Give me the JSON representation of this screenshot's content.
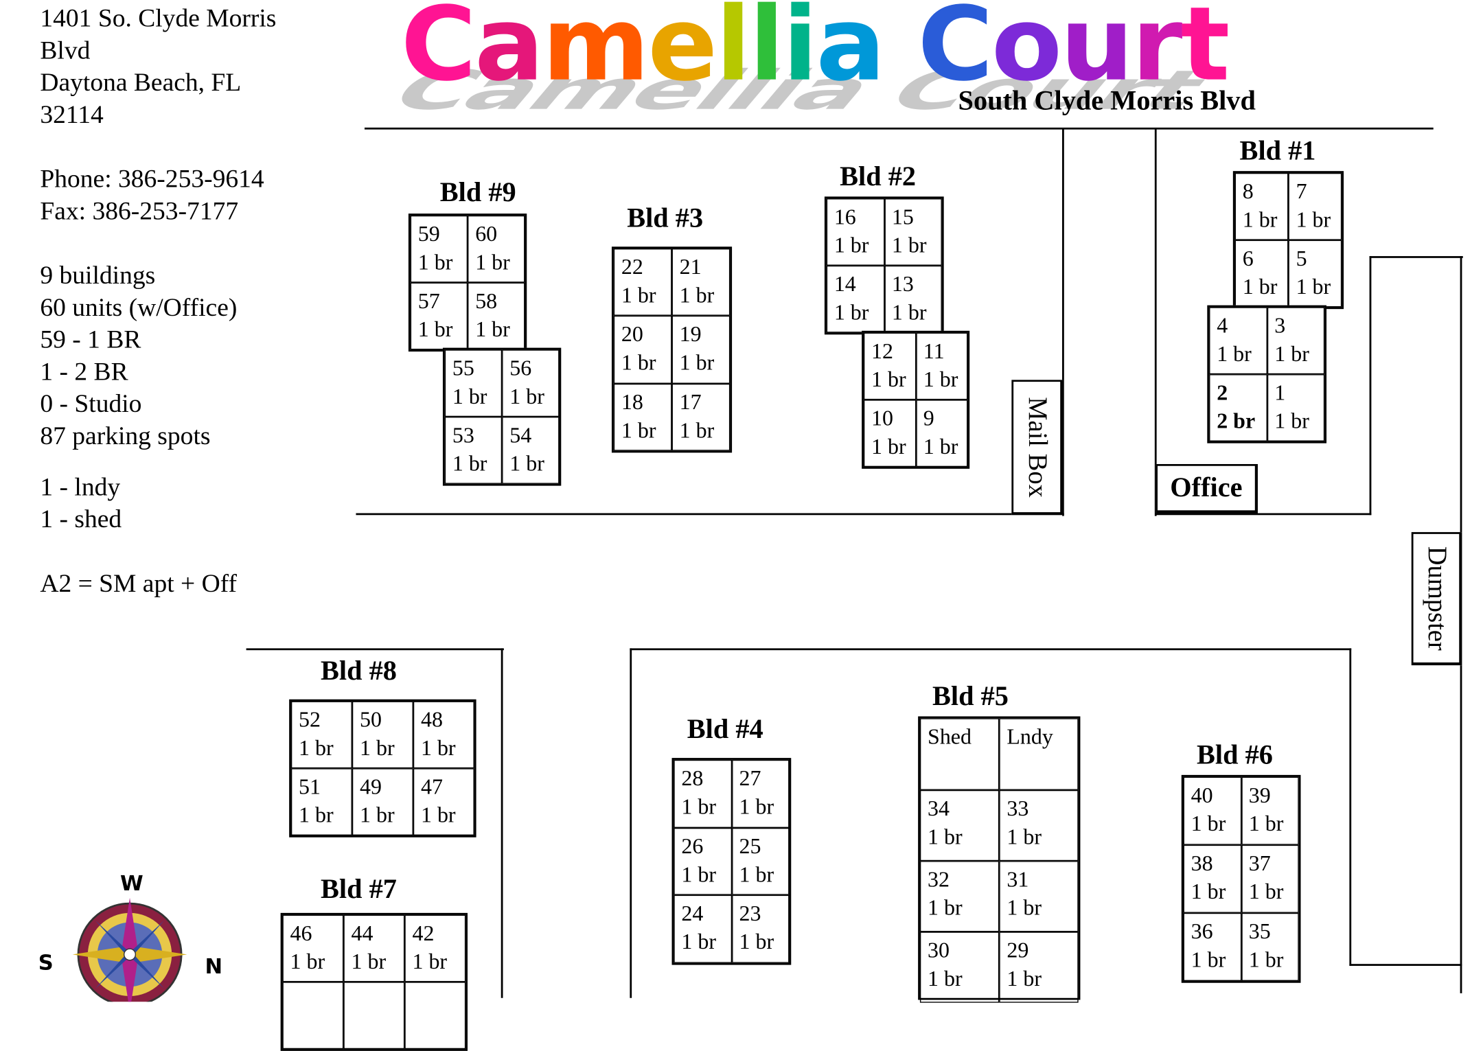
{
  "info": {
    "address_line1": "1401 So. Clyde Morris",
    "address_line2": "Blvd",
    "address_line3": "Daytona Beach, FL",
    "address_line4": "32114",
    "phone": "Phone: 386-253-9614",
    "fax": "Fax: 386-253-7177",
    "buildings": "9 buildings",
    "units": "60 units (w/Office)",
    "one_br": "59 - 1 BR",
    "two_br": "1 - 2 BR",
    "studio": "0 - Studio",
    "parking": "87 parking spots",
    "lndy": "1 - lndy",
    "shed": "1 - shed",
    "note": "A2 = SM apt + Off"
  },
  "title": "Camellia Court",
  "title_colors": [
    "#ff1493",
    "#e5177a",
    "#ff5a00",
    "#e8a400",
    "#b6c800",
    "#2fbf3a",
    "#00b38a",
    "#0098d8",
    "#2a5cd8",
    "#7d2ad8",
    "#a01ec8",
    "#d01ab0"
  ],
  "street": "South Clyde Morris Blvd",
  "buildings": {
    "bld1": {
      "label": "Bld #1",
      "units": [
        [
          "8",
          "1 br"
        ],
        [
          "7",
          "1 br"
        ],
        [
          "6",
          "1 br"
        ],
        [
          "5",
          "1 br"
        ],
        [
          "4",
          "1 br"
        ],
        [
          "3",
          "1 br"
        ],
        [
          "2",
          "2 br"
        ],
        [
          "1",
          "1 br"
        ]
      ]
    },
    "bld2": {
      "label": "Bld #2",
      "units": [
        [
          "16",
          "1 br"
        ],
        [
          "15",
          "1 br"
        ],
        [
          "14",
          "1 br"
        ],
        [
          "13",
          "1 br"
        ],
        [
          "12",
          "1 br"
        ],
        [
          "11",
          "1 br"
        ],
        [
          "10",
          "1 br"
        ],
        [
          "9",
          "1 br"
        ]
      ]
    },
    "bld3": {
      "label": "Bld #3",
      "units": [
        [
          "22",
          "1 br"
        ],
        [
          "21",
          "1 br"
        ],
        [
          "20",
          "1 br"
        ],
        [
          "19",
          "1 br"
        ],
        [
          "18",
          "1 br"
        ],
        [
          "17",
          "1 br"
        ]
      ]
    },
    "bld4": {
      "label": "Bld #4",
      "units": [
        [
          "28",
          "1 br"
        ],
        [
          "27",
          "1 br"
        ],
        [
          "26",
          "1 br"
        ],
        [
          "25",
          "1 br"
        ],
        [
          "24",
          "1 br"
        ],
        [
          "23",
          "1 br"
        ]
      ]
    },
    "bld5": {
      "label": "Bld #5",
      "units": [
        [
          "Shed",
          ""
        ],
        [
          "Lndy",
          ""
        ],
        [
          "34",
          "1 br"
        ],
        [
          "33",
          "1 br"
        ],
        [
          "32",
          "1 br"
        ],
        [
          "31",
          "1 br"
        ],
        [
          "30",
          "1 br"
        ],
        [
          "29",
          "1 br"
        ]
      ]
    },
    "bld6": {
      "label": "Bld #6",
      "units": [
        [
          "40",
          "1 br"
        ],
        [
          "39",
          "1 br"
        ],
        [
          "38",
          "1 br"
        ],
        [
          "37",
          "1 br"
        ],
        [
          "36",
          "1 br"
        ],
        [
          "35",
          "1 br"
        ]
      ]
    },
    "bld7": {
      "label": "Bld #7",
      "units": [
        [
          "46",
          "1 br"
        ],
        [
          "44",
          "1 br"
        ],
        [
          "42",
          "1 br"
        ],
        [
          "",
          ""
        ],
        [
          "",
          ""
        ],
        [
          "",
          ""
        ]
      ]
    },
    "bld8": {
      "label": "Bld #8",
      "units": [
        [
          "52",
          "1 br"
        ],
        [
          "50",
          "1 br"
        ],
        [
          "48",
          "1 br"
        ],
        [
          "51",
          "1 br"
        ],
        [
          "49",
          "1 br"
        ],
        [
          "47",
          "1 br"
        ]
      ]
    },
    "bld9": {
      "label": "Bld #9",
      "units": [
        [
          "59",
          "1 br"
        ],
        [
          "60",
          "1 br"
        ],
        [
          "57",
          "1 br"
        ],
        [
          "58",
          "1 br"
        ],
        [
          "55",
          "1 br"
        ],
        [
          "56",
          "1 br"
        ],
        [
          "53",
          "1 br"
        ],
        [
          "54",
          "1 br"
        ]
      ]
    }
  },
  "labels": {
    "mailbox": "Mail Box",
    "office": "Office",
    "dumpster": "Dumpster"
  },
  "compass": {
    "w": "W",
    "s": "S",
    "n": "N"
  }
}
